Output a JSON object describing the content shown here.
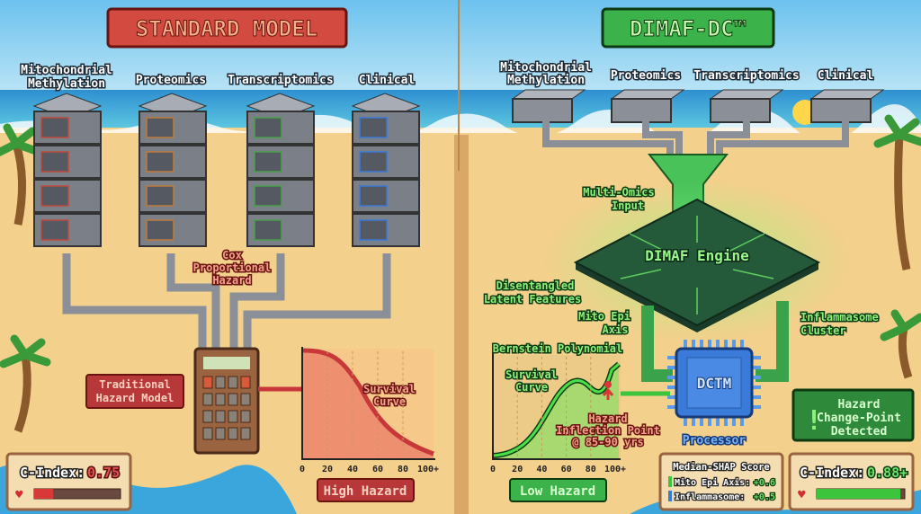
{
  "left": {
    "title": "STANDARD MODEL",
    "sources": [
      "Mitochondrial",
      "Methylation",
      "Proteomics",
      "Transcriptomics",
      "Clinical"
    ],
    "merge_label": [
      "Cox",
      "Proportional",
      "Hazard"
    ],
    "model_label": [
      "Traditional",
      "Hazard Model"
    ],
    "curve_label": [
      "Survival",
      "Curve"
    ],
    "ticks": [
      "0",
      "20",
      "40",
      "60",
      "80",
      "100+"
    ],
    "hazard_badge": "High Hazard",
    "cindex_label": "C-Index:",
    "cindex_value": "0.75",
    "cindex_fill": 0.22,
    "color": "#c8383a"
  },
  "right": {
    "title": "DIMAF-DC™",
    "sources": [
      "Mitochondrial",
      "Methylation",
      "Proteomics",
      "Transcriptomics",
      "Clinical"
    ],
    "input_label": [
      "Multi-Omics",
      "Input"
    ],
    "engine_label": "DIMAF Engine",
    "latent_label": [
      "Disentangled",
      "Latent Features"
    ],
    "axis_left": [
      "Mito Epi",
      "Axis"
    ],
    "axis_right": [
      "Inflammasome",
      "Cluster"
    ],
    "processor_chip": "DCTM",
    "processor_label": "Processor",
    "chart_title": "Bernstein Polynomial",
    "curve_label": [
      "Survival",
      "Curve"
    ],
    "inflection_label": [
      "Hazard",
      "Inflection Point",
      "@ 85-90 yrs"
    ],
    "ticks": [
      "0",
      "20",
      "40",
      "60",
      "80",
      "100+"
    ],
    "hazard_badge": "Low Hazard",
    "alert": [
      "Hazard",
      "Change-Point",
      "Detected"
    ],
    "shap": {
      "title": "Median-SHAP Score",
      "rows": [
        {
          "label": "Mito Epi Axis:",
          "value": "+0.6",
          "color": "#3cc43c"
        },
        {
          "label": "Inflammasome:",
          "value": "+0.5",
          "color": "#3a7ad8"
        }
      ]
    },
    "cindex_label": "C-Index:",
    "cindex_value": "0.88+",
    "cindex_fill": 0.95,
    "color": "#3cb24a"
  }
}
